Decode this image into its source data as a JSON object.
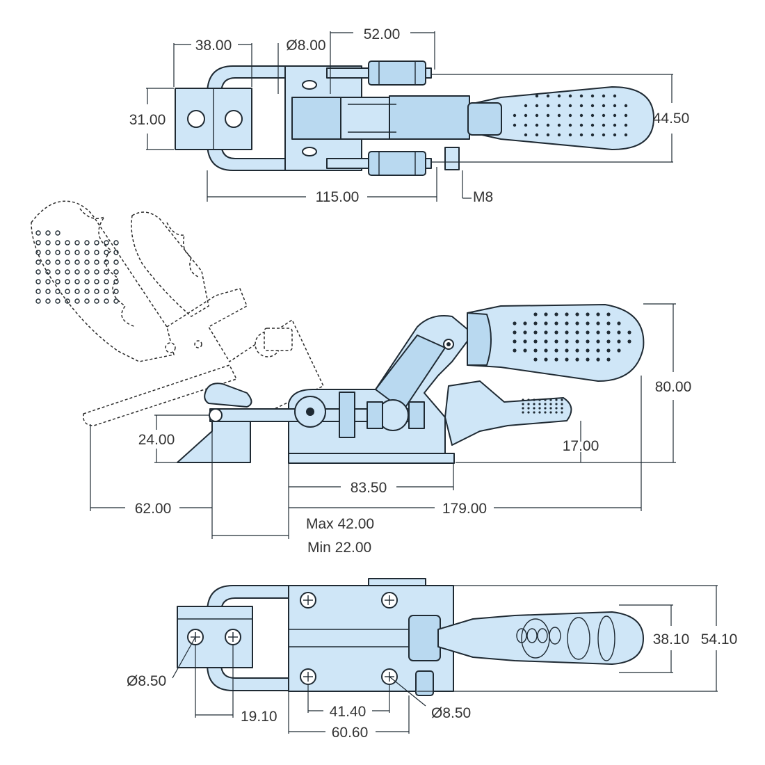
{
  "colors": {
    "part_fill": "#cfe6f7",
    "part_fill_dark": "#b9d9f0",
    "outline": "#1f2a33",
    "dimension_text": "#333333"
  },
  "top_view": {
    "dim_38": "38.00",
    "dim_dia8": "Ø8.00",
    "dim_52": "52.00",
    "dim_31": "31.00",
    "dim_44_5": "44.50",
    "dim_115": "115.00",
    "dim_m8": "M8"
  },
  "side_view": {
    "dim_80": "80.00",
    "dim_24": "24.00",
    "dim_17": "17.00",
    "dim_83_5": "83.50",
    "dim_62": "62.00",
    "dim_179": "179.00",
    "dim_max": "Max 42.00",
    "dim_min": "Min 22.00"
  },
  "bottom_view": {
    "dim_38_1": "38.10",
    "dim_54_1": "54.10",
    "dim_dia8_5_left": "Ø8.50",
    "dim_19_1": "19.10",
    "dim_41_4": "41.40",
    "dim_dia8_5_right": "Ø8.50",
    "dim_60_6": "60.60"
  }
}
